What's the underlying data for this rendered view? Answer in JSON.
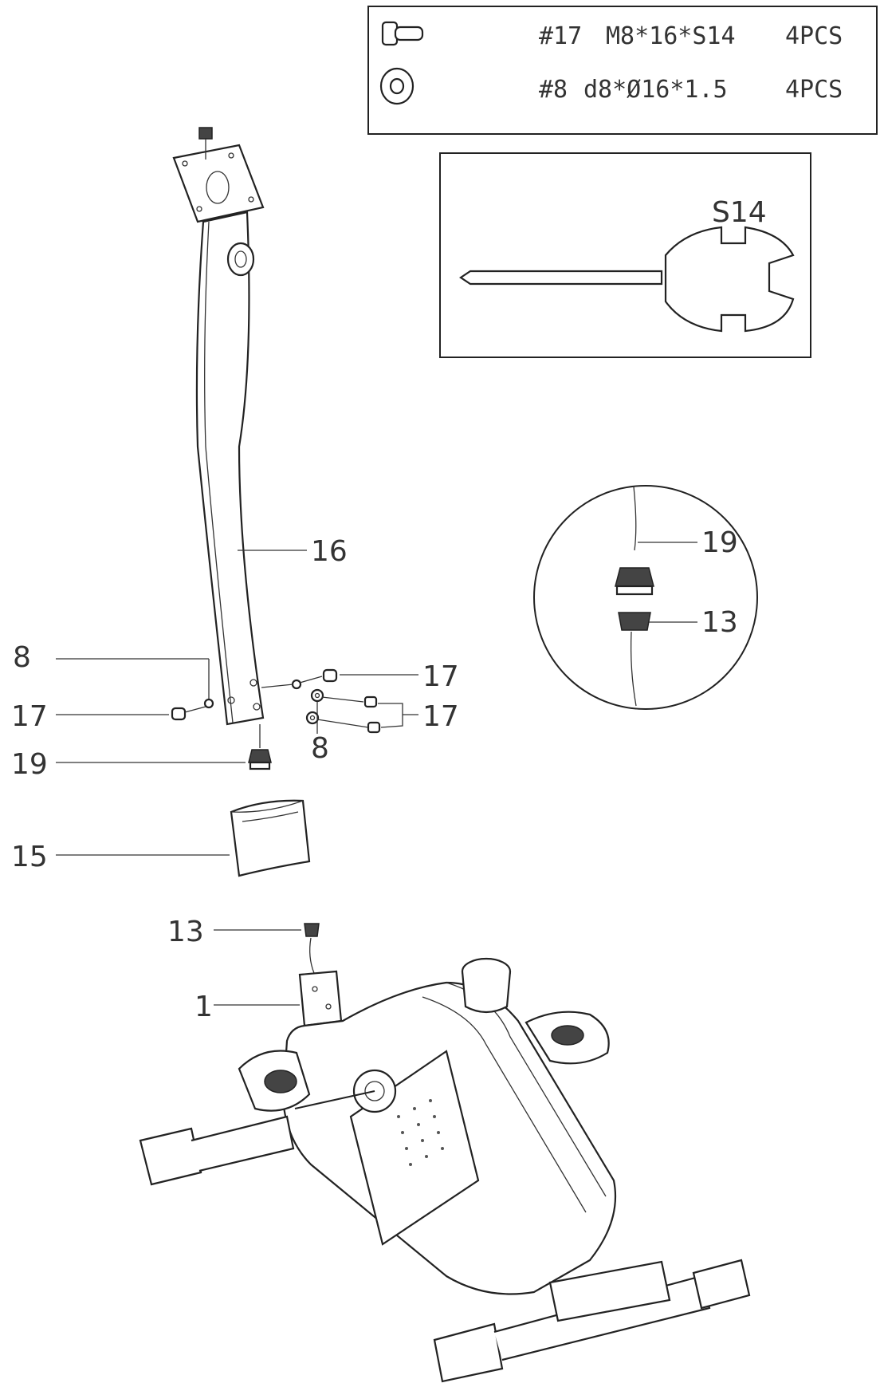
{
  "hardware": [
    {
      "code": "#17",
      "spec": "M8*16*S14",
      "qty": "4PCS",
      "icon": "bolt-icon"
    },
    {
      "code": "#8",
      "spec": "d8*Ø16*1.5",
      "qty": "4PCS",
      "icon": "washer-icon"
    }
  ],
  "tool": {
    "label": "S14",
    "icon": "wrench-screwdriver-icon"
  },
  "callouts": {
    "post": "16",
    "washer_left": "8",
    "bolt_left": "17",
    "connector_top": "19",
    "bolt_right_top": "17",
    "bolts_right": "17",
    "washer_right": "8",
    "cover": "15",
    "connector_bottom": "13",
    "frame": "1"
  },
  "detail": {
    "upper": "19",
    "lower": "13"
  }
}
